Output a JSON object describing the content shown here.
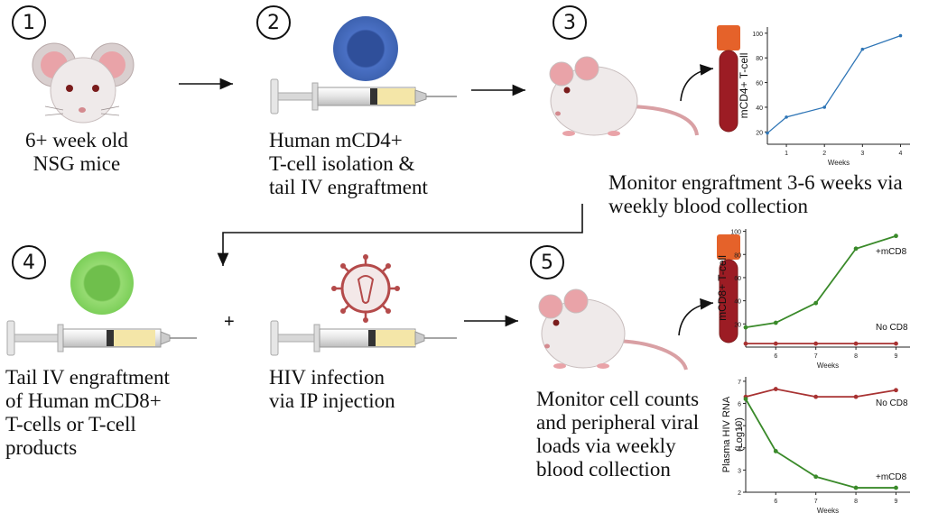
{
  "steps": [
    "1",
    "2",
    "3",
    "4",
    "5"
  ],
  "captions": {
    "mice": "6+ week old\nNSG mice",
    "cd4": "Human mCD4+\nT-cell isolation &\ntail IV engraftment",
    "monitor_engraft": "Monitor engraftment 3-6 weeks via\nweekly blood collection",
    "cd8": "Tail IV engraftment\nof Human mCD8+\nT-cells or T-cell\nproducts",
    "hiv": "HIV infection\nvia IP injection",
    "monitor_counts": "Monitor cell counts\nand peripheral viral\nloads via weekly\nblood collection",
    "plus": "+"
  },
  "colors": {
    "cd4_cell": "#3d62b0",
    "cd8_cell": "#7ccf59",
    "blue_line": "#2e75b6",
    "green_line": "#3a8a2a",
    "red_line": "#a83232",
    "blood": "#9c1c24",
    "tube_cap": "#e5622a",
    "virus": "#b44a4a"
  },
  "icons": [
    "mouse-head-icon",
    "mouse-icon",
    "syringe-icon",
    "blood-tube-icon",
    "cd4-cell-icon",
    "cd8-cell-icon",
    "hiv-virion-icon",
    "arrow-icon"
  ],
  "chart_data": [
    {
      "type": "line",
      "xlabel": "Weeks",
      "ylabel": "mCD4+ T-cell",
      "x": [
        0.5,
        1,
        2,
        3,
        4
      ],
      "xlim": [
        0.5,
        4.25
      ],
      "xticks": [
        1,
        2,
        3,
        4
      ],
      "ylim": [
        10,
        105
      ],
      "yticks": [
        20,
        40,
        60,
        80,
        100
      ],
      "series": [
        {
          "values": [
            19,
            32,
            40,
            87,
            98
          ],
          "color": "#2e75b6"
        }
      ]
    },
    {
      "type": "line",
      "xlabel": "Weeks",
      "ylabel": "mCD8+ T-cell",
      "x": [
        5.25,
        6,
        7,
        8,
        9
      ],
      "xlim": [
        5.25,
        9.35
      ],
      "xticks": [
        6,
        7,
        8,
        9
      ],
      "ylim": [
        0,
        102
      ],
      "yticks": [
        20,
        40,
        60,
        80,
        100
      ],
      "series": [
        {
          "name": "+mCD8",
          "values": [
            17,
            21,
            38,
            85,
            96
          ],
          "color": "#3a8a2a"
        },
        {
          "name": "No CD8",
          "values": [
            3,
            3,
            3,
            3,
            3
          ],
          "color": "#a83232"
        }
      ]
    },
    {
      "type": "line",
      "xlabel": "Weeks",
      "ylabel": "Plasma HIV RNA",
      "ylabel_unit": "Log10",
      "x": [
        5.25,
        6,
        7,
        8,
        9
      ],
      "xlim": [
        5.25,
        9.35
      ],
      "xticks": [
        6,
        7,
        8,
        9
      ],
      "ylim": [
        2,
        7.2
      ],
      "yticks": [
        2,
        3,
        4,
        5,
        6,
        7
      ],
      "series": [
        {
          "name": "No CD8",
          "values": [
            6.3,
            6.65,
            6.3,
            6.3,
            6.6
          ],
          "color": "#a83232"
        },
        {
          "name": "+mCD8",
          "values": [
            6.2,
            3.85,
            2.7,
            2.2,
            2.2
          ],
          "color": "#3a8a2a"
        }
      ]
    }
  ]
}
